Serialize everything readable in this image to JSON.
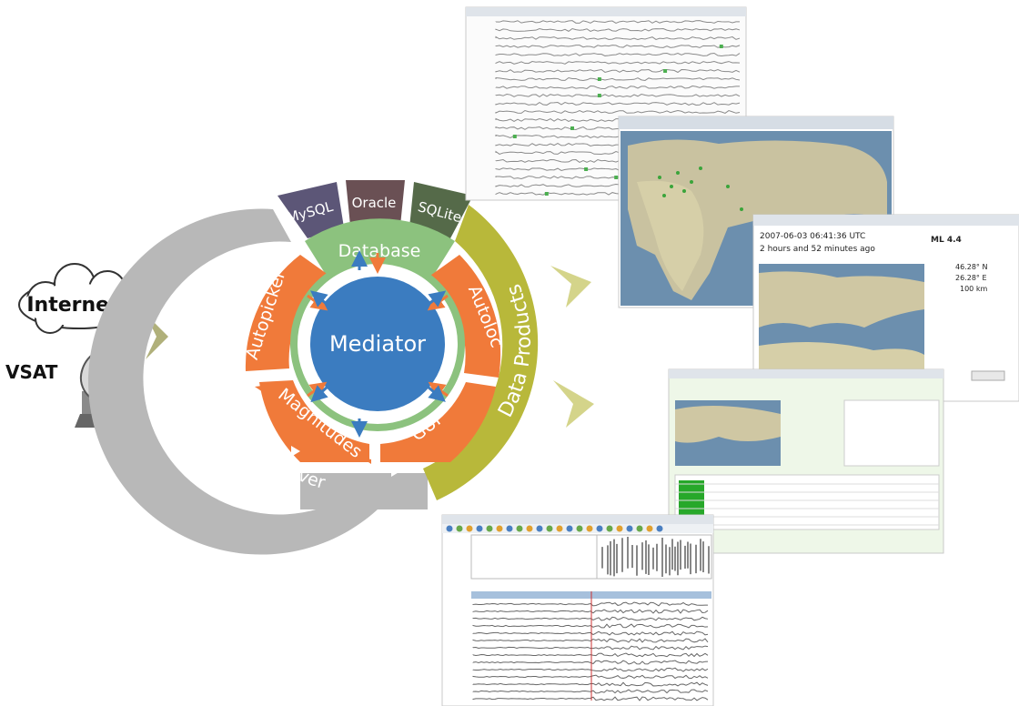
{
  "inputs": {
    "internet_label": "Internet",
    "vsat_label": "VSAT"
  },
  "diagram": {
    "center_label": "Mediator",
    "seismogram_server_label": "Seismogram Server",
    "data_products_label": "Data Products",
    "database_label": "Database",
    "database_engines": [
      "MySQL",
      "Oracle",
      "SQLite"
    ],
    "modules": [
      "Autopicker",
      "Autoloc",
      "Magnitudes",
      "GUI"
    ]
  },
  "colors": {
    "orange": "#f07a3a",
    "blue": "#3b7cc0",
    "green": "#8cc27e",
    "gray_ring": "#b8b8b8",
    "olive": "#b8b83a",
    "mysql": "#5c5677",
    "oracle": "#6a5054",
    "sqlite": "#556a49",
    "arrow": "#b0b07a"
  },
  "screenshots": {
    "map_popup": {
      "datetime": "2007-06-03 06:41:36 UTC",
      "elapsed": "2 hours and 52 minutes ago",
      "magnitude": "ML 4.4",
      "latitude": "46.28° N",
      "longitude": "26.28° E",
      "depth": "100 km"
    }
  }
}
